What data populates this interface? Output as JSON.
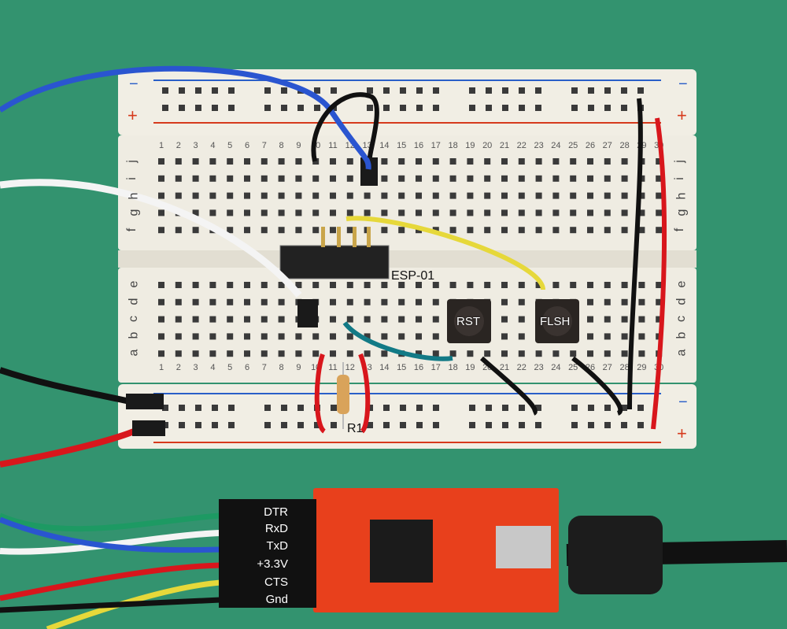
{
  "breadboard": {
    "row_letters_top": [
      "j",
      "i",
      "h",
      "g",
      "f"
    ],
    "row_letters_bottom": [
      "e",
      "d",
      "c",
      "b",
      "a"
    ],
    "column_count": 30,
    "rail_plus": "+",
    "rail_minus": "−"
  },
  "components": {
    "module_label": "ESP-01",
    "reset_button_label": "RST",
    "flash_button_label": "FLSH",
    "resistor_label": "R1"
  },
  "ftdi_header": {
    "pins": [
      "DTR",
      "RxD",
      "TxD",
      "+3.3V",
      "CTS",
      "Gnd"
    ]
  },
  "colors": {
    "background": "#33936f",
    "breadboard": "#f1eee4",
    "ftdi_board": "#e8401c",
    "wire_blue": "#2a55d0",
    "wire_red": "#d8161c",
    "wire_black": "#111111",
    "wire_yellow": "#e6d83a",
    "wire_teal": "#127a86",
    "wire_green": "#1d9a63"
  }
}
